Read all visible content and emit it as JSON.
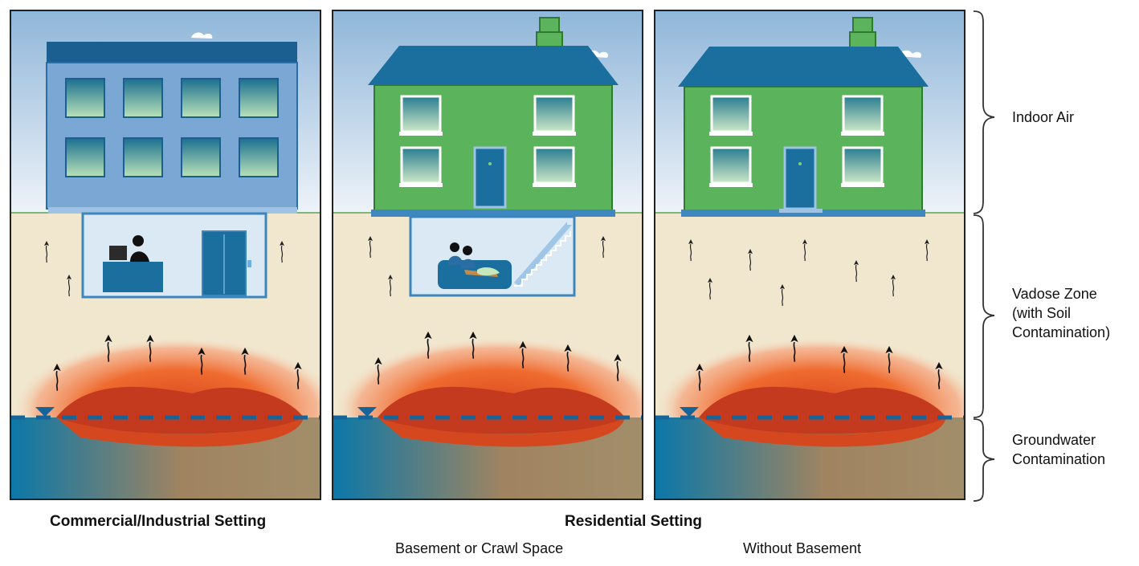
{
  "zones": {
    "indoor_air": [
      "Indoor Air"
    ],
    "vadose_zone": [
      "Vadose Zone",
      "(with Soil",
      "Contamination)"
    ],
    "groundwater": [
      "Groundwater",
      "Contamination"
    ]
  },
  "captions": {
    "commercial": "Commercial/Industrial Setting",
    "residential": "Residential Setting",
    "basement": "Basement or Crawl Space",
    "no_basement": "Without Basement"
  },
  "colors": {
    "sky_top": "#8fb6d9",
    "sky_bottom": "#e6eef7",
    "soil": "#f1e7cf",
    "groundwater": "#0b78a8",
    "plume_core": "#c43a1e",
    "plume_outer": "#f08a3a",
    "house": "#5bb35b",
    "roof": "#1a6f9e",
    "office": "#7aa7d3",
    "water_table": "#15659a"
  }
}
